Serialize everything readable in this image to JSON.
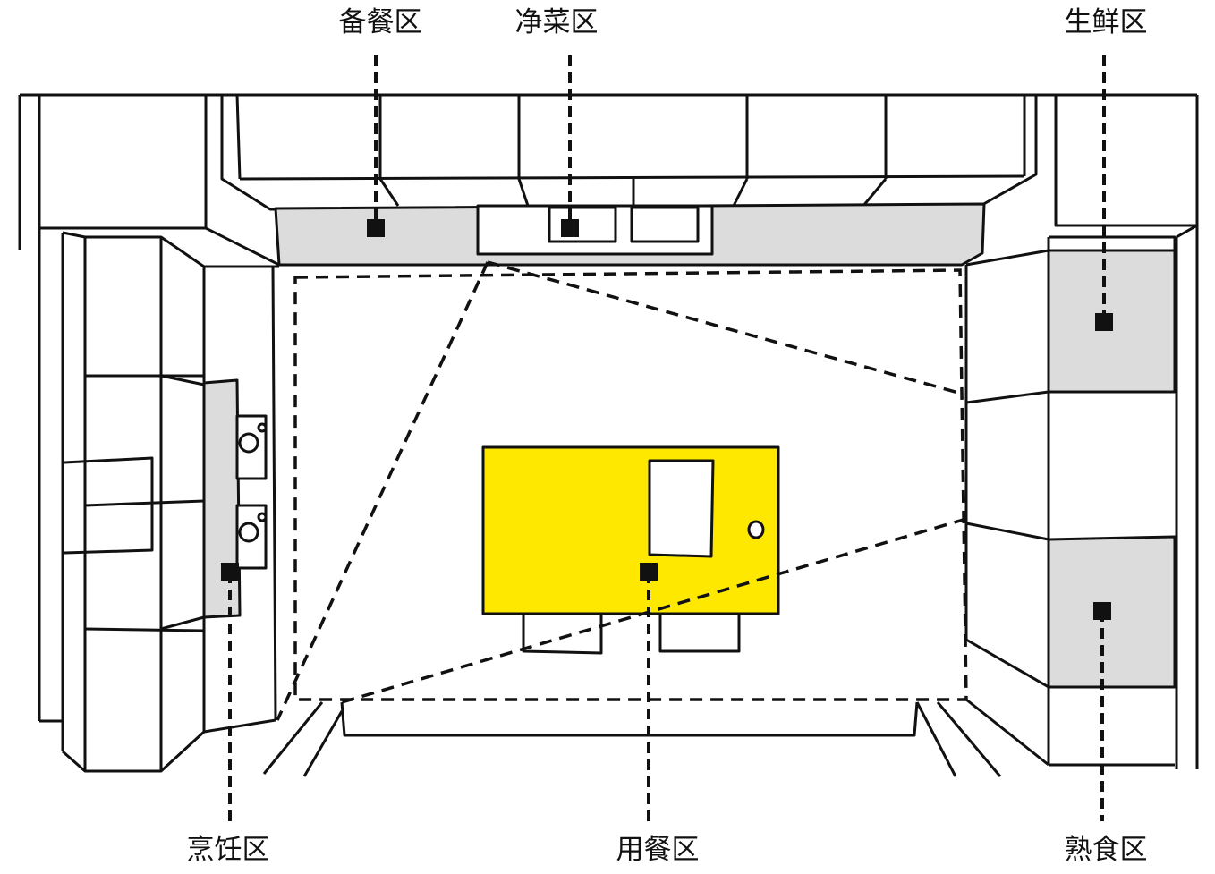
{
  "labels": {
    "prep": "备餐区",
    "wash": "净菜区",
    "fresh": "生鲜区",
    "cook": "烹饪区",
    "dining": "用餐区",
    "deli": "熟食区"
  },
  "colors": {
    "line": "#111111",
    "counter_fill": "#dcdcdc",
    "table_fill": "#ffe800",
    "background": "#ffffff"
  }
}
